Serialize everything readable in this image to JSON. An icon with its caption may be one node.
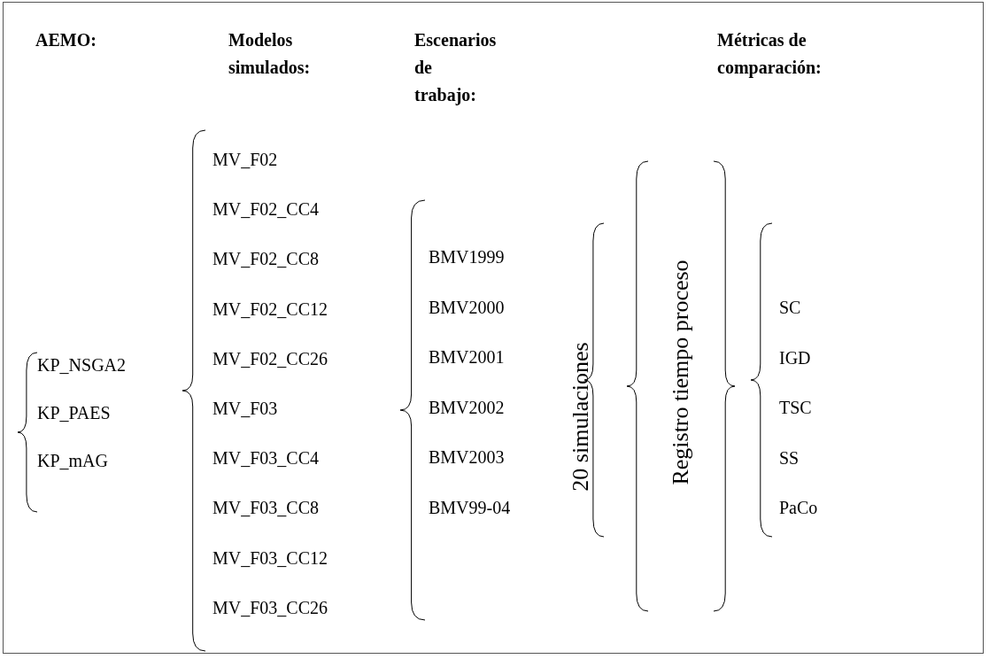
{
  "diagram": {
    "labels": [
      "AEMO:",
      "Modelos simulados:",
      "Escenarios de trabajo:",
      "Métricas de comparación:",
      "KP_NSGA2",
      "KP_PAES",
      "KP_mAG",
      "MV_F02",
      "MV_F02_CC4",
      "MV_F02_CC8",
      "MV_F02_CC12",
      "MV_F02_CC26",
      "MV_F03",
      "MV_F03_CC4",
      "MV_F03_CC8",
      "MV_F03_CC12",
      "MV_F03_CC26",
      "BMV1999",
      "BMV2000",
      "BMV2001",
      "BMV2002",
      "BMV2003",
      "BMV99-04",
      "20 simulaciones",
      "Registro tiempo proceso",
      "SC",
      "IGD",
      "TSC",
      "SS",
      "PaCo"
    ]
  }
}
